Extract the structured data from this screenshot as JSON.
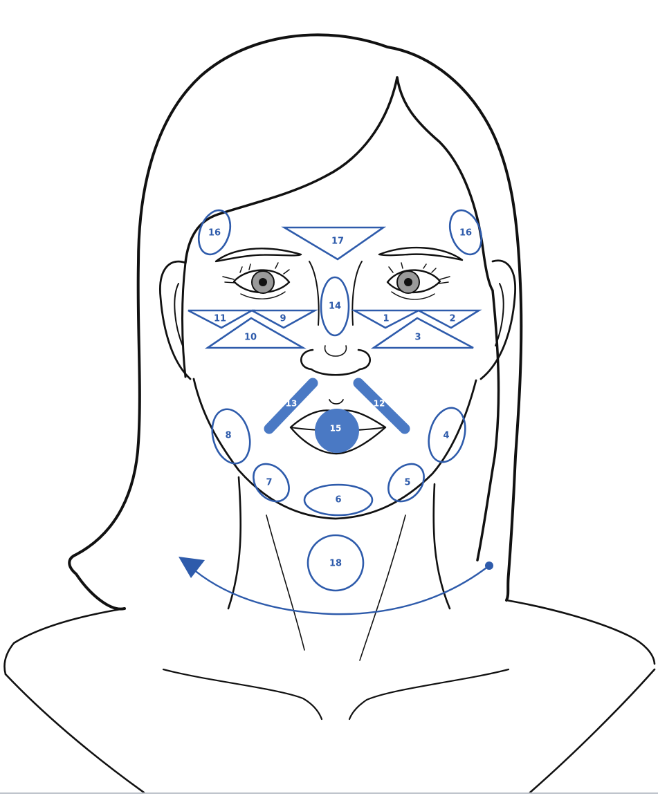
{
  "diagram": {
    "accent_color": "#2e5bab",
    "solid_color": "#4a79c4",
    "line_color": "#111111",
    "zones": [
      {
        "id": "zone-1",
        "label": "1",
        "shape": "triangle"
      },
      {
        "id": "zone-2",
        "label": "2",
        "shape": "triangle"
      },
      {
        "id": "zone-3",
        "label": "3",
        "shape": "triangle"
      },
      {
        "id": "zone-4",
        "label": "4",
        "shape": "ellipse"
      },
      {
        "id": "zone-5",
        "label": "5",
        "shape": "ellipse"
      },
      {
        "id": "zone-6",
        "label": "6",
        "shape": "ellipse"
      },
      {
        "id": "zone-7",
        "label": "7",
        "shape": "ellipse"
      },
      {
        "id": "zone-8",
        "label": "8",
        "shape": "ellipse"
      },
      {
        "id": "zone-9",
        "label": "9",
        "shape": "triangle"
      },
      {
        "id": "zone-10",
        "label": "10",
        "shape": "triangle"
      },
      {
        "id": "zone-11",
        "label": "11",
        "shape": "triangle"
      },
      {
        "id": "zone-12",
        "label": "12",
        "shape": "bar"
      },
      {
        "id": "zone-13",
        "label": "13",
        "shape": "bar"
      },
      {
        "id": "zone-14",
        "label": "14",
        "shape": "ellipse"
      },
      {
        "id": "zone-15",
        "label": "15",
        "shape": "filled-circle"
      },
      {
        "id": "zone-16-left",
        "label": "16",
        "shape": "ellipse"
      },
      {
        "id": "zone-16-right",
        "label": "16",
        "shape": "ellipse"
      },
      {
        "id": "zone-17",
        "label": "17",
        "shape": "triangle"
      },
      {
        "id": "zone-18",
        "label": "18",
        "shape": "circle"
      }
    ],
    "arrow": {
      "direction": "right-to-left",
      "icon": "curved-arrow-icon"
    }
  }
}
